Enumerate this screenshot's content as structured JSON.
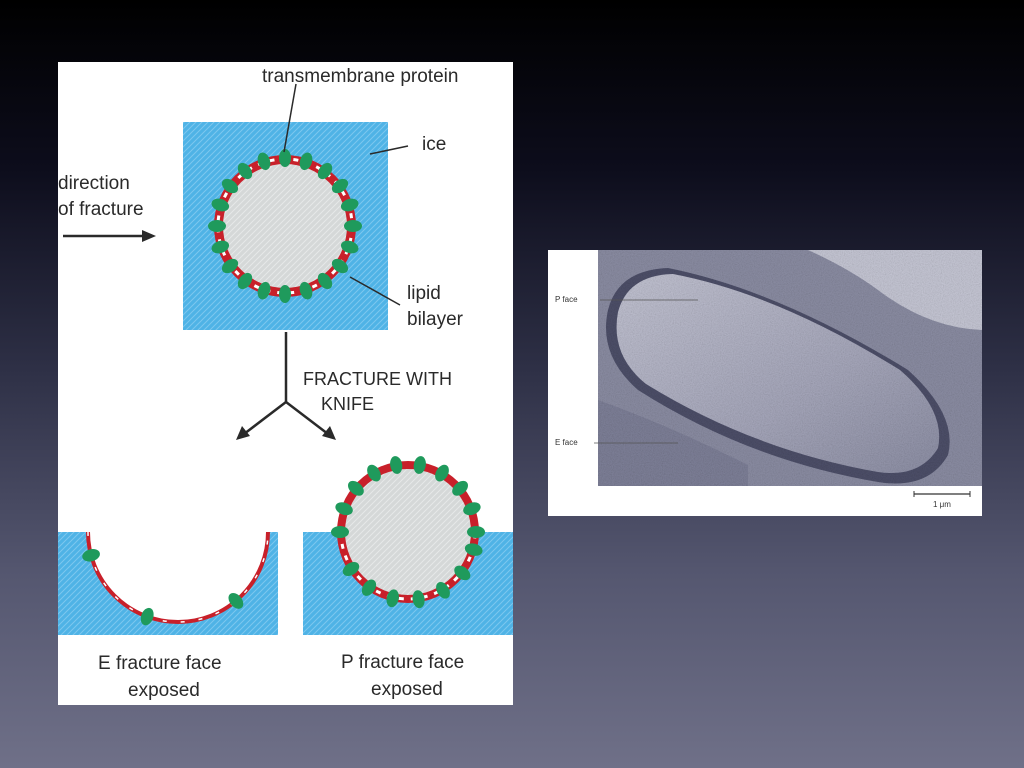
{
  "diagram": {
    "labels": {
      "transmembrane_protein": "transmembrane protein",
      "ice": "ice",
      "direction_line1": "direction",
      "direction_line2": "of fracture",
      "lipid_line1": "lipid",
      "lipid_line2": "bilayer",
      "fracture_line1": "FRACTURE WITH",
      "fracture_line2": "KNIFE",
      "e_face_line1": "E fracture face",
      "e_face_line2": "exposed",
      "p_face_line1": "P fracture face",
      "p_face_line2": "exposed"
    },
    "colors": {
      "ice": "#4fb3e6",
      "membrane_red": "#c8202a",
      "protein_green": "#1f9a5c",
      "interior_gray": "#d5d8d8",
      "ink": "#2a2a2a"
    }
  },
  "micrograph": {
    "p_face_label": "P face",
    "e_face_label": "E face",
    "scale_label": "1 μm"
  }
}
